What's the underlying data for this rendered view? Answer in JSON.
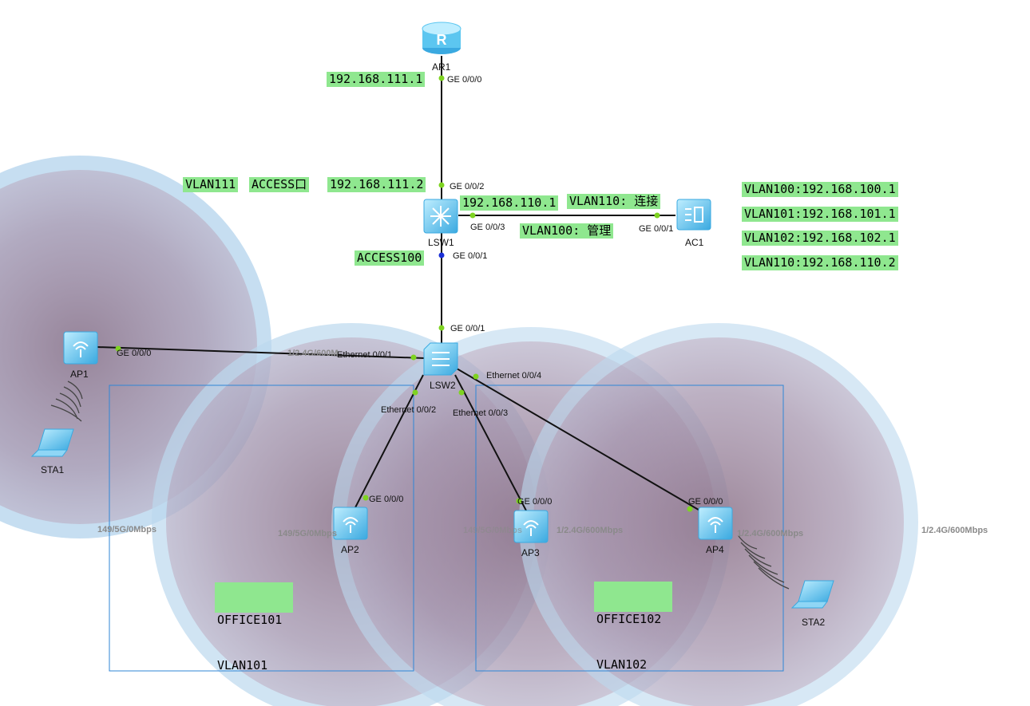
{
  "devices": {
    "ar1": "AR1",
    "lsw1": "LSW1",
    "lsw2": "LSW2",
    "ac1": "AC1",
    "ap1": "AP1",
    "ap2": "AP2",
    "ap3": "AP3",
    "ap4": "AP4",
    "sta1": "STA1",
    "sta2": "STA2"
  },
  "ports": {
    "ar1_ge000": "GE 0/0/0",
    "lsw1_ge002": "GE 0/0/2",
    "lsw1_ge003": "GE 0/0/3",
    "lsw1_ge001": "GE 0/0/1",
    "ac1_ge001": "GE 0/0/1",
    "lsw2_ge001": "GE 0/0/1",
    "lsw2_eth001": "Ethernet 0/0/1",
    "lsw2_eth002": "Ethernet 0/0/2",
    "lsw2_eth003": "Ethernet 0/0/3",
    "lsw2_eth004": "Ethernet 0/0/4",
    "ap1_ge000": "GE 0/0/0",
    "ap2_ge000": "GE 0/0/0",
    "ap3_ge000": "GE 0/0/0",
    "ap4_ge000": "GE 0/0/0"
  },
  "wireless": {
    "ap1_mid": "1/2.4G/600M",
    "ap1_bottom": "149/5G/0Mbps",
    "ap2": "149/5G/0Mbps",
    "ap3_left": "149/5G/0Mbps",
    "ap3_right": "1/2.4G/600Mbps",
    "ap4": "1/2.4G/600Mbps",
    "right_edge": "1/2.4G/600Mbps"
  },
  "labels": {
    "ar1_ip": "192.168.111.1",
    "vlan111": "VLAN111",
    "access_port": "ACCESS口",
    "lsw1_ip111": "192.168.111.2",
    "lsw1_ip110": "192.168.110.1",
    "vlan110_link": "VLAN110: 连接",
    "vlan100_mgmt": "VLAN100: 管理",
    "access100": "ACCESS100",
    "gw100": "VLAN100:192.168.100.1",
    "gw101": "VLAN101:192.168.101.1",
    "gw102": "VLAN102:192.168.102.1",
    "gw110": "VLAN110:192.168.110.2",
    "office101_name": "OFFICE101",
    "office101_vlan": "VLAN101",
    "office102_name": "OFFICE102",
    "office102_vlan": "VLAN102"
  },
  "colors": {
    "label_bg": "#8fe78f",
    "link": "#111111",
    "port_dot": "#7ed321",
    "port_dot_blue": "#1a2fd6",
    "coverage_ring": "#bcd8ee",
    "coverage_fill": "#8b4a66",
    "office_box": "#2f86d6",
    "device_blue": "#5cc6f0"
  },
  "icons": [
    "router-icon",
    "core-switch-icon",
    "access-switch-icon",
    "ac-icon",
    "ap-icon",
    "laptop-icon"
  ]
}
